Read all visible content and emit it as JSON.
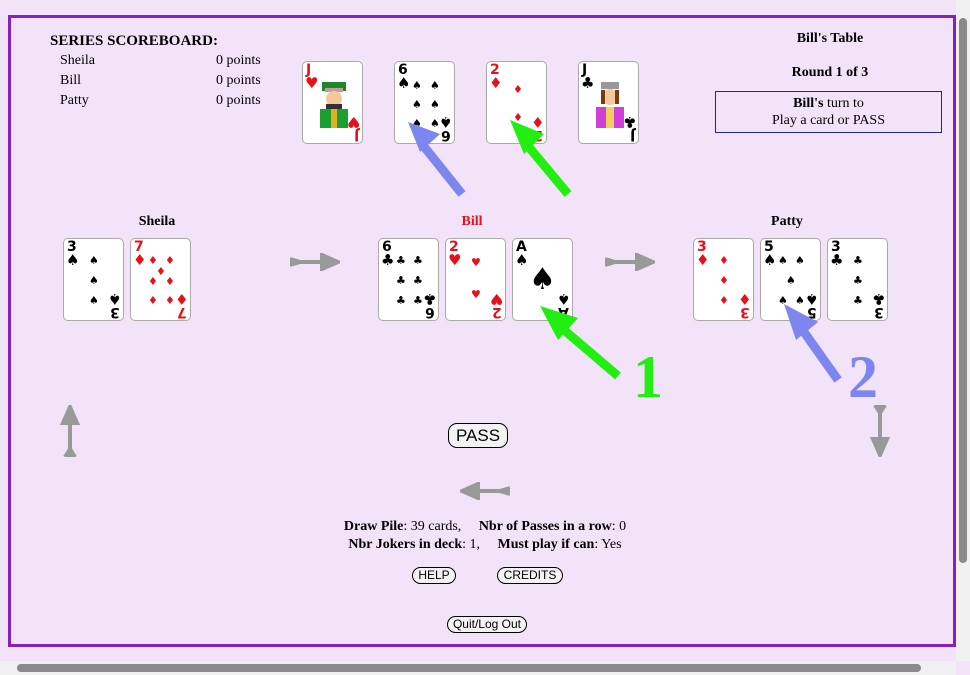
{
  "scoreboard": {
    "title": "SERIES SCOREBOARD:",
    "rows": [
      {
        "name": "Sheila",
        "points": "0 points"
      },
      {
        "name": "Bill",
        "points": "0 points"
      },
      {
        "name": "Patty",
        "points": "0 points"
      }
    ]
  },
  "table": {
    "title": "Bill's Table",
    "round": "Round 1 of 3",
    "turn_name": "Bill's",
    "turn_suffix": " turn to",
    "turn_action": "Play a card or PASS"
  },
  "center_cards": [
    {
      "rank": "J",
      "suit": "♥",
      "color": "red",
      "face": "king-face"
    },
    {
      "rank": "6",
      "suit": "♠",
      "color": "black"
    },
    {
      "rank": "2",
      "suit": "♦",
      "color": "red"
    },
    {
      "rank": "J",
      "suit": "♣",
      "color": "black",
      "face": "queen-face"
    }
  ],
  "players": {
    "sheila": {
      "name": "Sheila",
      "cards": [
        {
          "rank": "3",
          "suit": "♠",
          "color": "black"
        },
        {
          "rank": "7",
          "suit": "♦",
          "color": "red"
        }
      ]
    },
    "bill": {
      "name": "Bill",
      "cards": [
        {
          "rank": "6",
          "suit": "♣",
          "color": "black"
        },
        {
          "rank": "2",
          "suit": "♥",
          "color": "red"
        },
        {
          "rank": "A",
          "suit": "♠",
          "color": "black"
        }
      ]
    },
    "patty": {
      "name": "Patty",
      "cards": [
        {
          "rank": "3",
          "suit": "♦",
          "color": "red"
        },
        {
          "rank": "5",
          "suit": "♠",
          "color": "black"
        },
        {
          "rank": "3",
          "suit": "♣",
          "color": "black"
        }
      ]
    }
  },
  "buttons": {
    "pass": "PASS",
    "help": "HELP",
    "credits": "CREDITS",
    "quit": "Quit/Log Out"
  },
  "status": {
    "draw_pile_label": "Draw Pile",
    "draw_pile_value": ": 39 cards,",
    "passes_label": "Nbr of Passes in a row",
    "passes_value": ": 0",
    "jokers_label": "Nbr Jokers in deck",
    "jokers_value": ": 1,",
    "must_play_label": "Must play if can",
    "must_play_value": ": Yes"
  },
  "annotations": {
    "num1": "1",
    "num2": "2"
  },
  "colors": {
    "frame": "#8a1fc0",
    "bg": "#f3e3f8",
    "green_arrow": "#22ee11",
    "blue_arrow": "#7d86ee",
    "active_player": "#e8101a"
  }
}
